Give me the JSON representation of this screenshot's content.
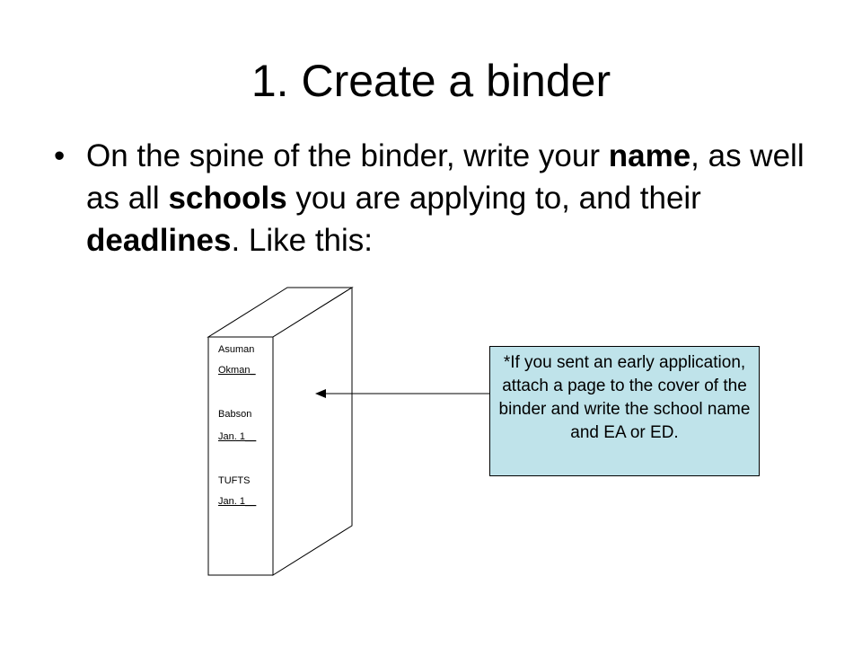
{
  "slide": {
    "title": "1. Create a binder",
    "bullet": {
      "dot": "•",
      "parts": [
        {
          "text": "On the spine of the binder, write your ",
          "bold": false
        },
        {
          "text": "name",
          "bold": true
        },
        {
          "text": ", as well as all ",
          "bold": false
        },
        {
          "text": "schools",
          "bold": true
        },
        {
          "text": " you are applying to, and their ",
          "bold": false
        },
        {
          "text": "deadlines",
          "bold": true
        },
        {
          "text": ". Like this:",
          "bold": false
        }
      ]
    },
    "spine": {
      "name_first": "Asuman",
      "name_last": "Okman_",
      "school1": "Babson",
      "deadline1": "Jan. 1__",
      "school2": "TUFTS",
      "deadline2": "Jan. 1__"
    },
    "note": "*If you sent an early application, attach a page to the cover of the binder and write the school name and EA or ED.",
    "colors": {
      "note_background": "#bfe3ea",
      "text": "#000000",
      "background": "#ffffff"
    }
  }
}
